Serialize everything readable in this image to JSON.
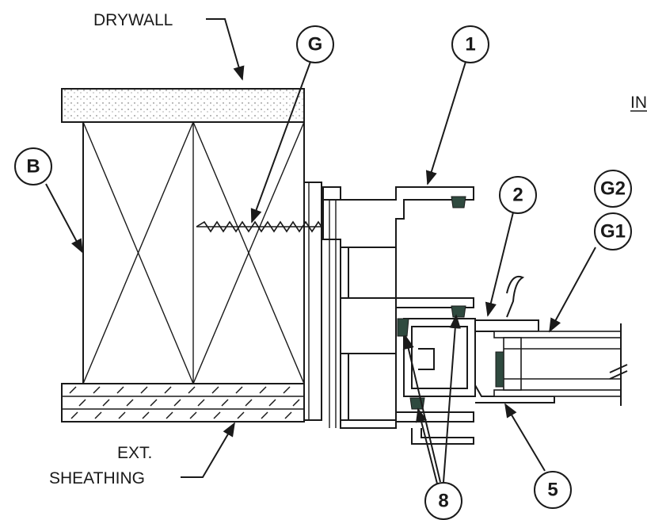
{
  "labels": {
    "drywall": "DRYWALL",
    "ext_line1": "EXT.",
    "ext_line2": "SHEATHING",
    "interior_partial": "IN"
  },
  "callouts": {
    "G": "G",
    "B": "B",
    "one": "1",
    "two": "2",
    "G2": "G2",
    "G1": "G1",
    "five": "5",
    "eight": "8"
  }
}
